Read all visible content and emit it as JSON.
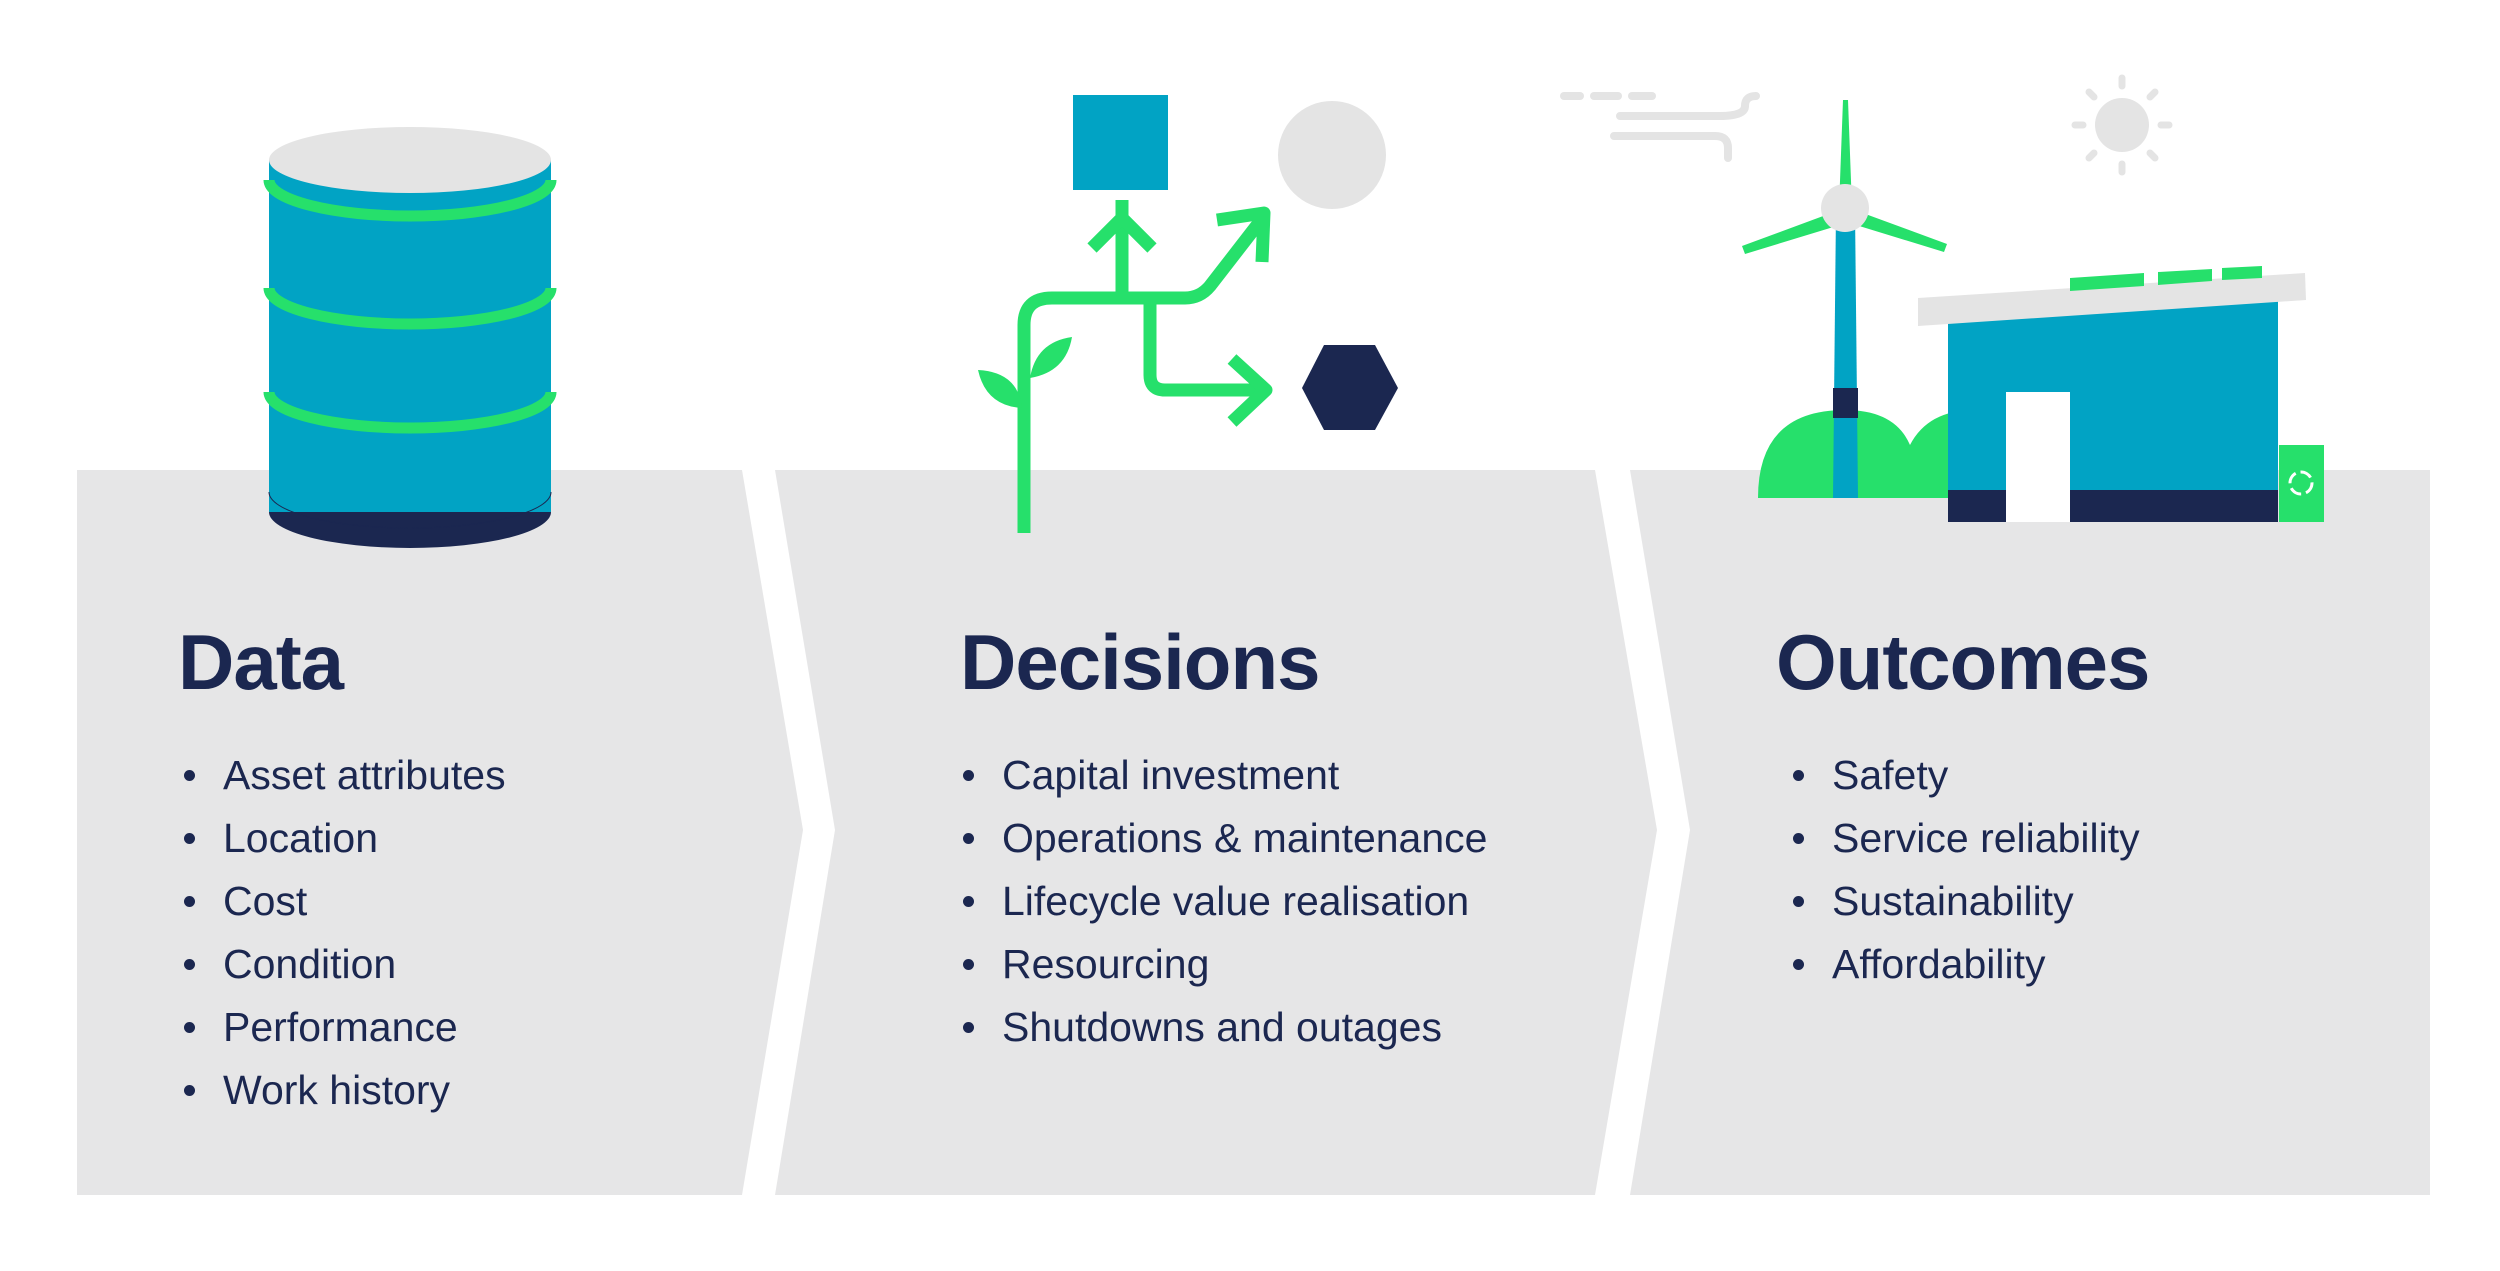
{
  "panels": [
    {
      "title": "Data",
      "items": [
        "Asset attributes",
        "Location",
        "Cost",
        "Condition",
        "Performance",
        "Work history"
      ]
    },
    {
      "title": "Decisions",
      "items": [
        "Capital investment",
        "Operations & maintenance",
        "Lifecycle value realisation",
        "Resourcing",
        "Shutdowns and outages"
      ]
    },
    {
      "title": "Outcomes",
      "items": [
        "Safety",
        "Service reliability",
        "Sustainability",
        "Affordability"
      ]
    }
  ],
  "icons": {
    "data": "database-icon",
    "decisions": "branching-arrows-icon",
    "outcomes": "wind-turbine-building-icon"
  },
  "colors": {
    "panel_bg": "#e6e6e7",
    "text": "#1b2750",
    "green": "#26e06b",
    "blue": "#01a3c4",
    "navy": "#1b2750",
    "light_gray": "#e4e4e4"
  }
}
